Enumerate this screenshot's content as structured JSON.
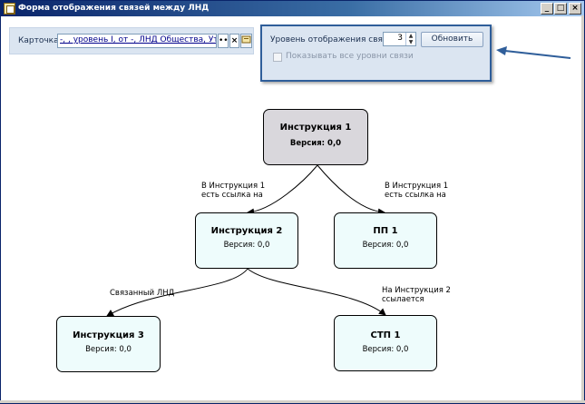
{
  "window": {
    "title": "Форма отображения связей между ЛНД",
    "minimize": "_",
    "maximize": "□",
    "close": "×"
  },
  "card": {
    "label": "Карточка:",
    "value": "-, , уровень I, от -, ЛНД Общества, Утрат",
    "browse": "•••",
    "clear": "×",
    "open_icon": "card-icon"
  },
  "level": {
    "label": "Уровень отображения связей:",
    "value": "3",
    "spin_up": "▲",
    "spin_down": "▼",
    "refresh": "Обновить",
    "show_all": "Показывать все уровни связи",
    "show_all_checked": false
  },
  "graph": {
    "nodes": [
      {
        "id": "n1",
        "title": "Инструкция 1",
        "version": "Версия: 0,0",
        "highlight": true
      },
      {
        "id": "n2",
        "title": "Инструкция 2",
        "version": "Версия: 0,0",
        "highlight": false
      },
      {
        "id": "n3",
        "title": "ПП 1",
        "version": "Версия: 0,0",
        "highlight": false
      },
      {
        "id": "n4",
        "title": "Инструкция  3",
        "version": "Версия: 0,0",
        "highlight": false
      },
      {
        "id": "n5",
        "title": "СТП 1",
        "version": "Версия: 0,0",
        "highlight": false
      }
    ],
    "edges": [
      {
        "from": "n1",
        "to": "n2",
        "line1": "В Инструкция 1",
        "line2": "есть ссылка на"
      },
      {
        "from": "n1",
        "to": "n3",
        "line1": "В Инструкция 1",
        "line2": "есть ссылка на"
      },
      {
        "from": "n2",
        "to": "n4",
        "line1": "Связанный ЛНД",
        "line2": ""
      },
      {
        "from": "n2",
        "to": "n5",
        "line1": "На Инструкция 2",
        "line2": "ссылается"
      }
    ]
  },
  "colors": {
    "highlight_node": "#d9d7dc",
    "node": "#eefcfc",
    "panel": "#dbe5f1",
    "panel_border": "#2f5e9a",
    "arrow": "#2f5e9a"
  }
}
